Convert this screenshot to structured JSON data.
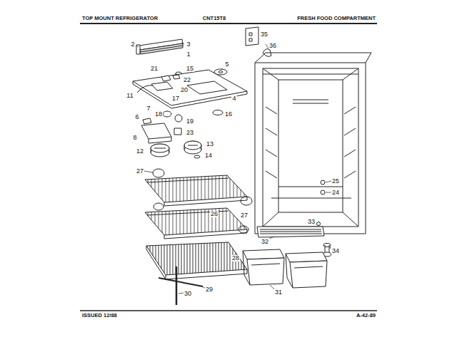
{
  "diagram": {
    "labels": [
      "TOP MOUNT REFRIGERATOR",
      "CNT15T8",
      "FRESH FOOD COMPARTMENT",
      "2",
      "3",
      "1",
      "15",
      "35",
      "36",
      "5",
      "21",
      "22",
      "20",
      "11",
      "17",
      "4",
      "7",
      "16",
      "6",
      "18",
      "19",
      "8",
      "23",
      "13",
      "12",
      "14",
      "27",
      "26",
      "27",
      "25",
      "24",
      "33",
      "32",
      "34",
      "28",
      "30",
      "29",
      "31",
      "ISSUED 12/88",
      "A-42-89"
    ]
  }
}
